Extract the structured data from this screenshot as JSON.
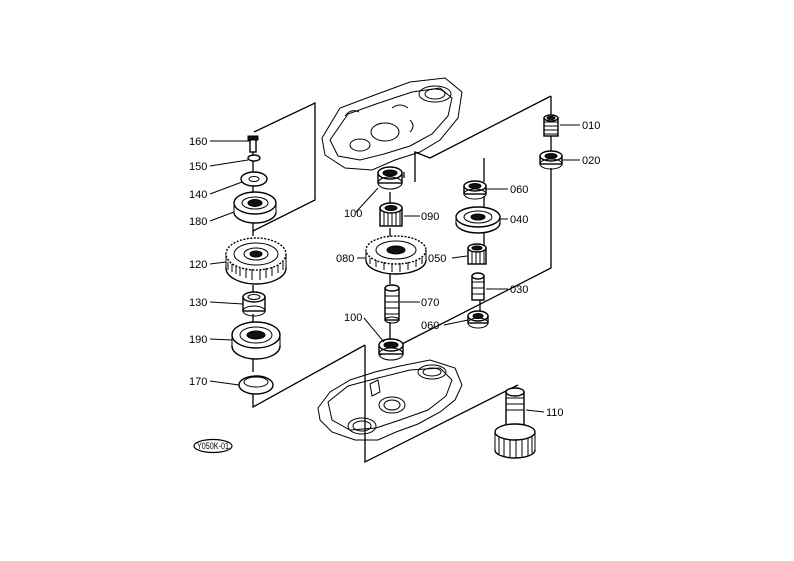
{
  "labels": {
    "p010": "010",
    "p020": "020",
    "p030": "030",
    "p040": "040",
    "p050": "050",
    "p060a": "060",
    "p060b": "060",
    "p070": "070",
    "p080": "080",
    "p090": "090",
    "p100a": "100",
    "p100b": "100",
    "p110": "110",
    "p120": "120",
    "p130": "130",
    "p140": "140",
    "p150": "150",
    "p160": "160",
    "p170": "170",
    "p180": "180",
    "p190": "190"
  },
  "diagram_code": "Y050K-01",
  "icons": [
    "gear-icon",
    "bearing-icon",
    "shaft-icon",
    "housing-icon",
    "pinion-shaft-icon"
  ]
}
